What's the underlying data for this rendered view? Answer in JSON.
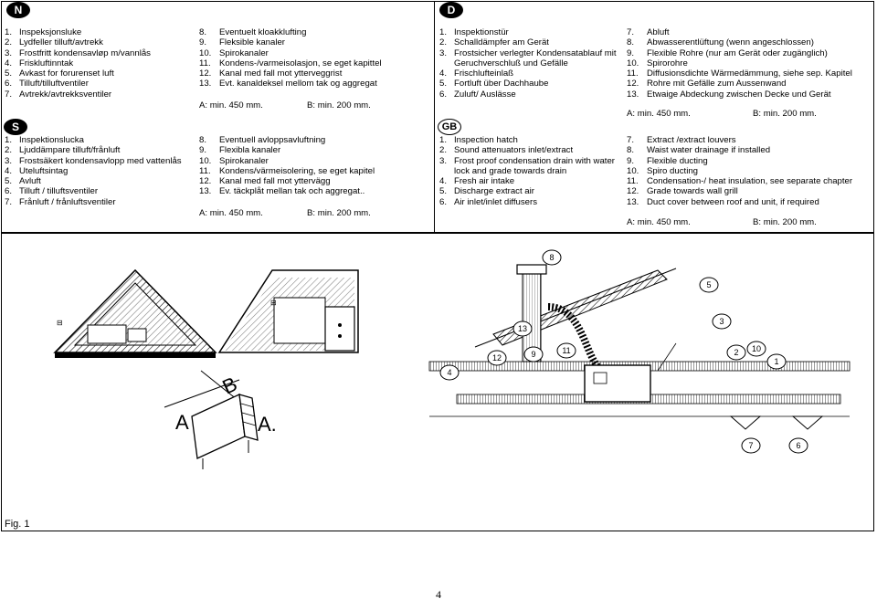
{
  "badges": {
    "norway": "N",
    "sweden": "S",
    "germany": "D",
    "uk": "GB"
  },
  "norwegian": {
    "col1": [
      {
        "n": "1.",
        "t": "Inspeksjonsluke"
      },
      {
        "n": "2.",
        "t": "Lydfeller tilluft/avtrekk"
      },
      {
        "n": "3.",
        "t": "Frostfritt kondensavløp m/vannlås"
      },
      {
        "n": "4.",
        "t": "Friskluftinntak"
      },
      {
        "n": "5.",
        "t": "Avkast for forurenset luft"
      },
      {
        "n": "6.",
        "t": "Tilluft/tilluftventiler"
      },
      {
        "n": "7.",
        "t": "Avtrekk/avtrekksventiler"
      }
    ],
    "col2": [
      {
        "n": "8.",
        "t": "Eventuelt kloakklufting"
      },
      {
        "n": "9.",
        "t": "Fleksible kanaler"
      },
      {
        "n": "10.",
        "t": "Spirokanaler"
      },
      {
        "n": "11.",
        "t": "Kondens-/varmeisolasjon, se eget kapittel"
      },
      {
        "n": "12.",
        "t": "Kanal med fall mot ytterveggrist"
      },
      {
        "n": "13.",
        "t": "Evt. kanaldeksel mellom tak og aggregat"
      }
    ],
    "dim_a": "A: min. 450 mm.",
    "dim_b": "B: min. 200 mm."
  },
  "swedish": {
    "col1": [
      {
        "n": "1.",
        "t": "Inspektionslucka"
      },
      {
        "n": "2.",
        "t": "Ljuddämpare tilluft/frånluft"
      },
      {
        "n": "3.",
        "t": "Frostsäkert kondensavlopp med vattenlås"
      },
      {
        "n": "4.",
        "t": "Uteluftsintag"
      },
      {
        "n": "5.",
        "t": "Avluft"
      },
      {
        "n": "6.",
        "t": "Tilluft / tilluftsventiler"
      },
      {
        "n": "7.",
        "t": "Frånluft / frånluftsventiler"
      }
    ],
    "col2": [
      {
        "n": "8.",
        "t": "Eventuell avloppsavluftning"
      },
      {
        "n": "9.",
        "t": "Flexibla kanaler"
      },
      {
        "n": "10.",
        "t": "Spirokanaler"
      },
      {
        "n": "11.",
        "t": "Kondens/värmeisolering, se eget kapitel"
      },
      {
        "n": "12.",
        "t": "Kanal med fall mot yttervägg"
      },
      {
        "n": "13.",
        "t": "Ev. täckplåt mellan tak och aggregat.."
      }
    ],
    "dim_a": "A: min. 450 mm.",
    "dim_b": "B: min. 200 mm."
  },
  "german": {
    "col1": [
      {
        "n": "1.",
        "t": "Inspektionstür"
      },
      {
        "n": "2.",
        "t": "Schalldämpfer am Gerät"
      },
      {
        "n": "3.",
        "t": "Frostsicher verlegter Kondensatablauf mit Geruchverschluß und Gefälle"
      },
      {
        "n": "4.",
        "t": "Frischlufteinlaß"
      },
      {
        "n": "5.",
        "t": "Fortluft über Dachhaube"
      },
      {
        "n": "6.",
        "t": "Zuluft/ Auslässe"
      }
    ],
    "col2": [
      {
        "n": "7.",
        "t": "Abluft"
      },
      {
        "n": "8.",
        "t": "Abwasserentlüftung (wenn angeschlossen)"
      },
      {
        "n": "9.",
        "t": "Flexible Rohre (nur am Gerät oder zugänglich)"
      },
      {
        "n": "10.",
        "t": "Spirorohre"
      },
      {
        "n": "11.",
        "t": "Diffusionsdichte Wärmedämmung, siehe sep. Kapitel"
      },
      {
        "n": "12.",
        "t": "Rohre mit Gefälle zum Aussenwand"
      },
      {
        "n": "13.",
        "t": "Etwaige Abdeckung zwischen Decke und Gerät"
      }
    ],
    "dim_a": "A: min. 450 mm.",
    "dim_b": "B: min. 200 mm."
  },
  "english": {
    "col1": [
      {
        "n": "1.",
        "t": "Inspection hatch"
      },
      {
        "n": "2.",
        "t": "Sound attenuators inlet/extract"
      },
      {
        "n": "3.",
        "t": "Frost proof condensation drain with water lock and grade towards drain"
      },
      {
        "n": "4.",
        "t": "Fresh air intake"
      },
      {
        "n": "5.",
        "t": "Discharge extract air"
      },
      {
        "n": "6.",
        "t": "Air inlet/inlet diffusers"
      }
    ],
    "col2": [
      {
        "n": "7.",
        "t": "Extract /extract louvers"
      },
      {
        "n": "8.",
        "t": "Waist water drainage if installed"
      },
      {
        "n": "9.",
        "t": "Flexible ducting"
      },
      {
        "n": "10.",
        "t": "Spiro ducting"
      },
      {
        "n": "11.",
        "t": "Condensation-/ heat insulation, see separate chapter"
      },
      {
        "n": "12.",
        "t": "Grade towards wall grill"
      },
      {
        "n": "13.",
        "t": "Duct cover between roof and unit, if required"
      }
    ],
    "dim_a": "A: min. 450 mm.",
    "dim_b": "B: min. 200 mm."
  },
  "figure": {
    "caption": "Fig. 1",
    "label_a": "A",
    "label_b": "B",
    "label_a2": "A.",
    "callouts": [
      "1",
      "2",
      "3",
      "4",
      "5",
      "6",
      "7",
      "8",
      "9",
      "10",
      "11",
      "12",
      "13"
    ]
  },
  "page_number": "4"
}
